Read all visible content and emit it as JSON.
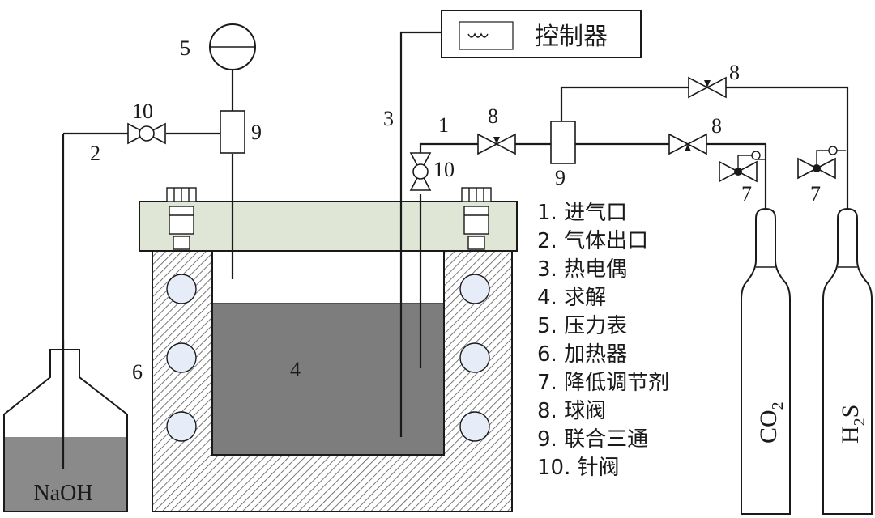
{
  "colors": {
    "lid": "#dfe6d6",
    "liquid": "#7d7d7d",
    "naoh_liquid": "#8a8a8a",
    "heater_circle": "#e6ecf8",
    "hatch": "#555555",
    "line": "#1a1a1a"
  },
  "controller": {
    "label": "控制器"
  },
  "component_numbers": {
    "n1": "1",
    "n2": "2",
    "n3": "3",
    "n4": "4",
    "n5": "5",
    "n6": "6",
    "n7a": "7",
    "n7b": "7",
    "n8a": "8",
    "n8b": "8",
    "n8c": "8",
    "n9a": "9",
    "n9b": "9",
    "n10a": "10",
    "n10b": "10"
  },
  "bottle": {
    "label": "NaOH"
  },
  "cylinders": {
    "co2": {
      "main": "CO",
      "sub": "2"
    },
    "h2s": {
      "main": "H",
      "sub": "2",
      "tail": "S"
    }
  },
  "legend": [
    "1. 进气口",
    "2. 气体出口",
    "3. 热电偶",
    "4. 求解",
    "5. 压力表",
    "6. 加热器",
    "7. 降低调节剂",
    "8. 球阀",
    "9. 联合三通",
    "10. 针阀"
  ],
  "icons": [
    "pressure-gauge-icon",
    "ball-valve-icon",
    "needle-valve-icon",
    "regulator-icon",
    "tee-junction-icon",
    "gas-cylinder-icon"
  ]
}
